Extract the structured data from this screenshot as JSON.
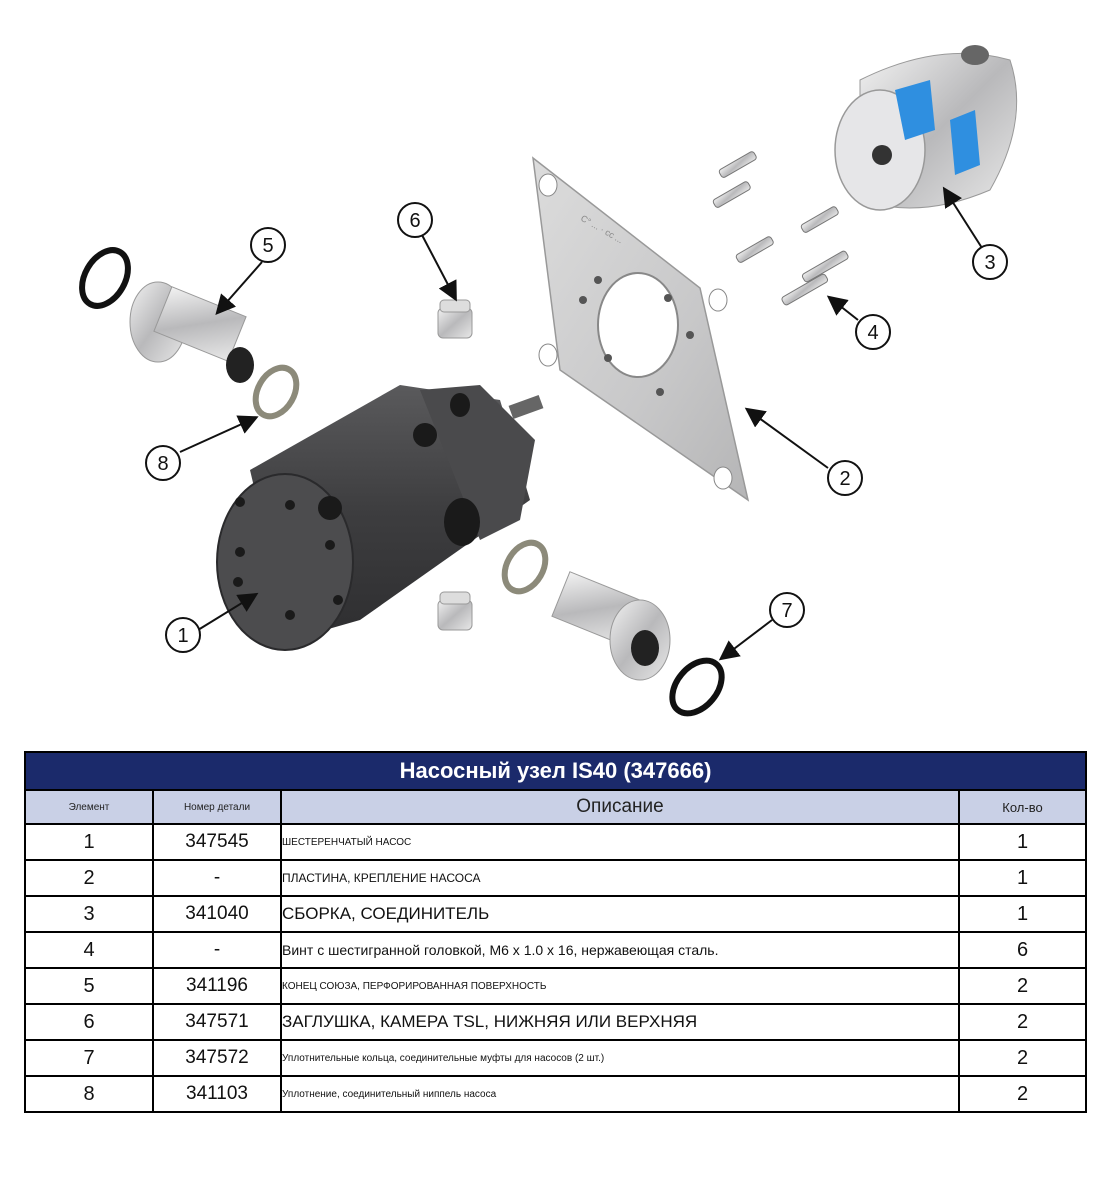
{
  "callouts": [
    "1",
    "2",
    "3",
    "4",
    "5",
    "6",
    "7",
    "8"
  ],
  "plate_engraving": "C° ... · cc ...",
  "table": {
    "title": "Насосный узел IS40 (347666)",
    "headers": {
      "item": "Элемент",
      "part": "Номер детали",
      "desc": "Описание",
      "qty": "Кол-во"
    },
    "rows": [
      {
        "item": "1",
        "part": "347545",
        "desc": "ШЕСТЕРЕНЧАТЫЙ НАСОС",
        "qty": "1"
      },
      {
        "item": "2",
        "part": "-",
        "desc": "ПЛАСТИНА, КРЕПЛЕНИЕ НАСОСА",
        "qty": "1"
      },
      {
        "item": "3",
        "part": "341040",
        "desc": "СБОРКА, СОЕДИНИТЕЛЬ",
        "qty": "1"
      },
      {
        "item": "4",
        "part": "-",
        "desc": "Винт с шестигранной головкой, M6 x 1.0 x 16, нержавеющая сталь.",
        "qty": "6"
      },
      {
        "item": "5",
        "part": "341196",
        "desc": "КОНЕЦ СОЮЗА, ПЕРФОРИРОВАННАЯ ПОВЕРХНОСТЬ",
        "qty": "2"
      },
      {
        "item": "6",
        "part": "347571",
        "desc": "ЗАГЛУШКА, КАМЕРА TSL, НИЖНЯЯ ИЛИ ВЕРХНЯЯ",
        "qty": "2"
      },
      {
        "item": "7",
        "part": "347572",
        "desc": "Уплотнительные кольца, соединительные муфты для насосов (2 шт.)",
        "qty": "2"
      },
      {
        "item": "8",
        "part": "341103",
        "desc": "Уплотнение, соединительный ниппель насоса",
        "qty": "2"
      }
    ]
  },
  "colors": {
    "header_bar": "#1b2a6b",
    "column_header": "#c9d0e6",
    "pump_body": "#3d3d3f",
    "coupling_insert": "#2f8fe0"
  }
}
